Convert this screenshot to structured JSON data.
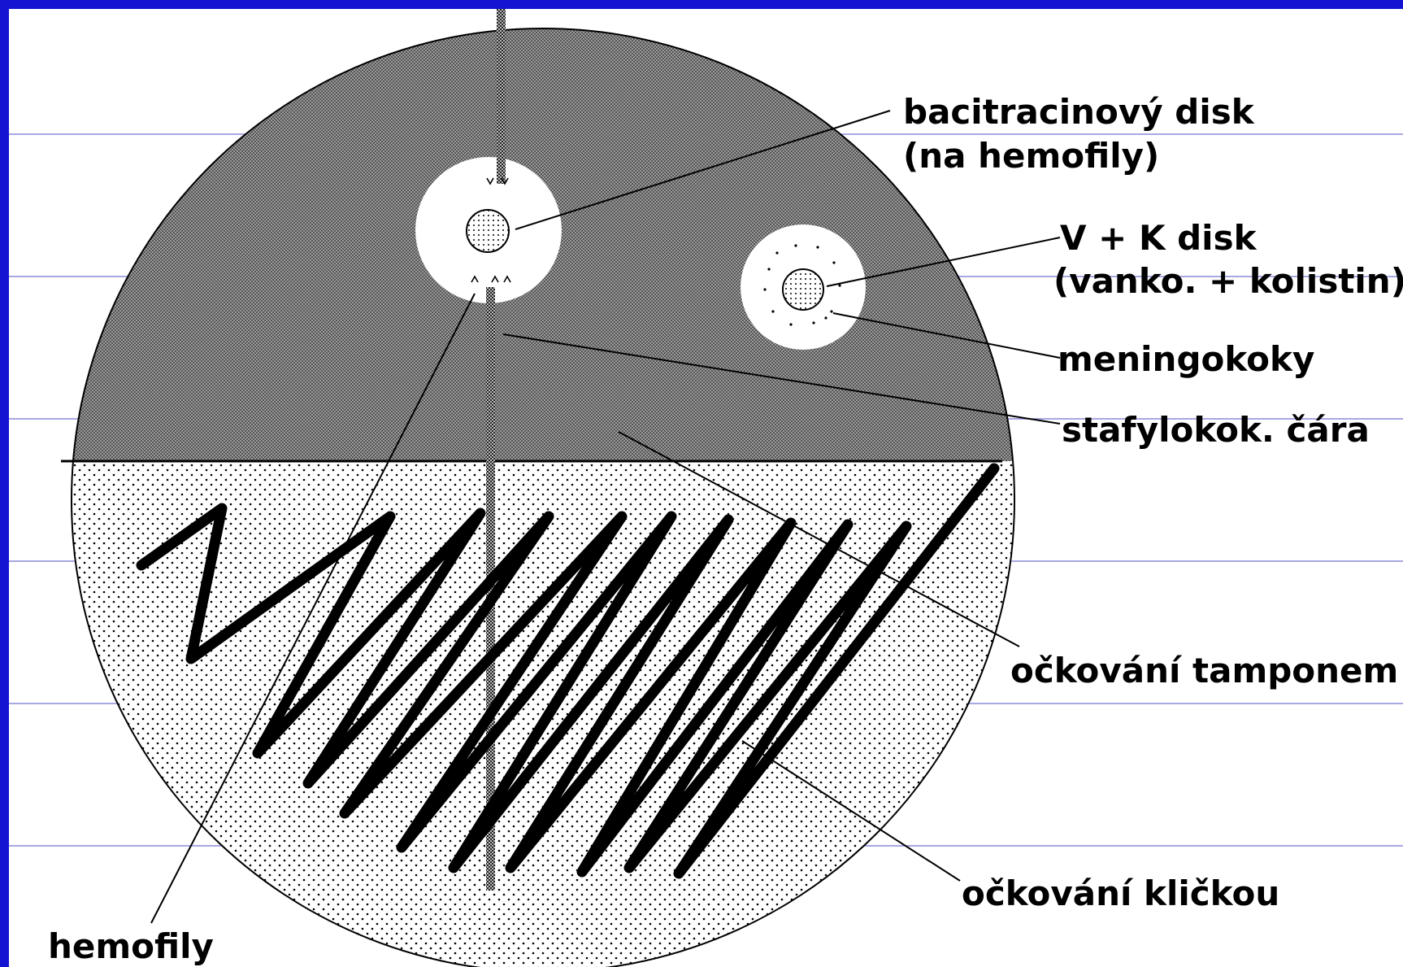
{
  "colors": {
    "frame": "#1414d2",
    "background": "#ffffff",
    "rules": "#8c8cdc",
    "ink": "#000000"
  },
  "labels": {
    "bacitracin_disk": "bacitracinový disk",
    "bacitracin_disk_note": "(na hemofily)",
    "vk_disk": "V + K disk",
    "vk_disk_note": "(vanko. + kolistin)",
    "meningococci": "meningokoky",
    "staph_line": "stafylokok. čára",
    "swab_inoculation": "očkování tamponem",
    "loop_inoculation": "očkování kličkou",
    "haemophili": "hemofily"
  }
}
